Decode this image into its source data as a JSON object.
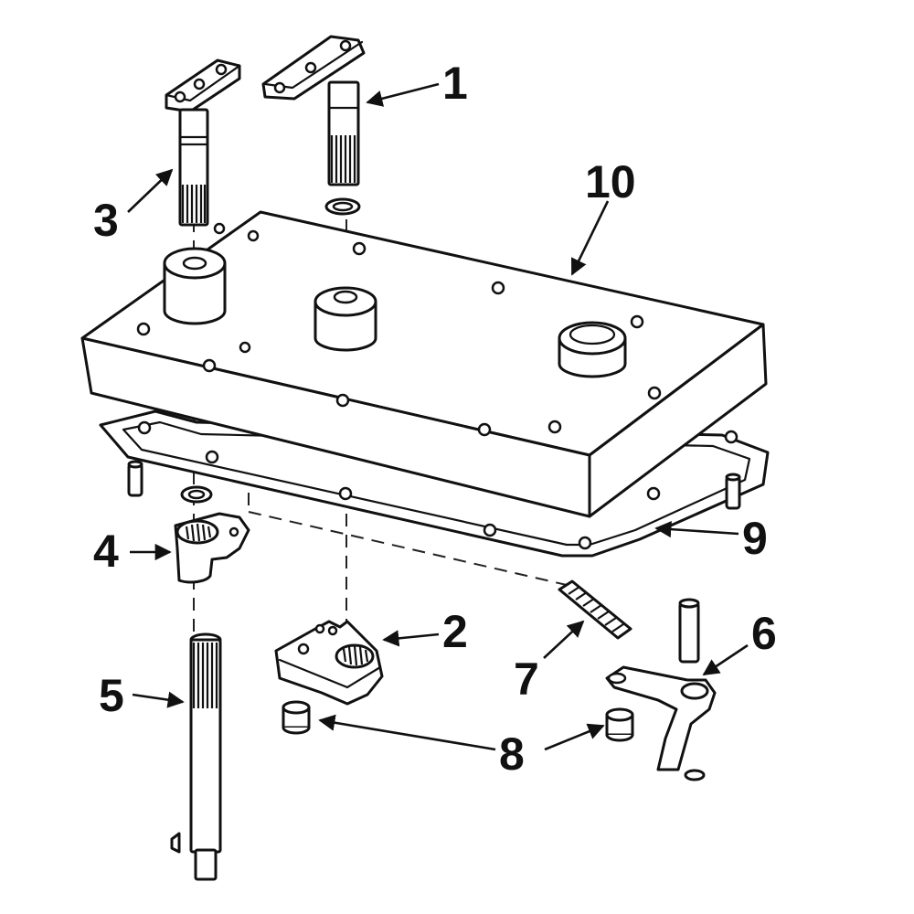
{
  "callouts": [
    {
      "key": "1",
      "text": "1"
    },
    {
      "key": "2",
      "text": "2"
    },
    {
      "key": "3",
      "text": "3"
    },
    {
      "key": "4",
      "text": "4"
    },
    {
      "key": "5",
      "text": "5"
    },
    {
      "key": "6",
      "text": "6"
    },
    {
      "key": "7",
      "text": "7"
    },
    {
      "key": "8",
      "text": "8"
    },
    {
      "key": "9",
      "text": "9"
    },
    {
      "key": "10",
      "text": "10"
    }
  ],
  "colors": {
    "line": "#111111",
    "background": "#ffffff"
  }
}
